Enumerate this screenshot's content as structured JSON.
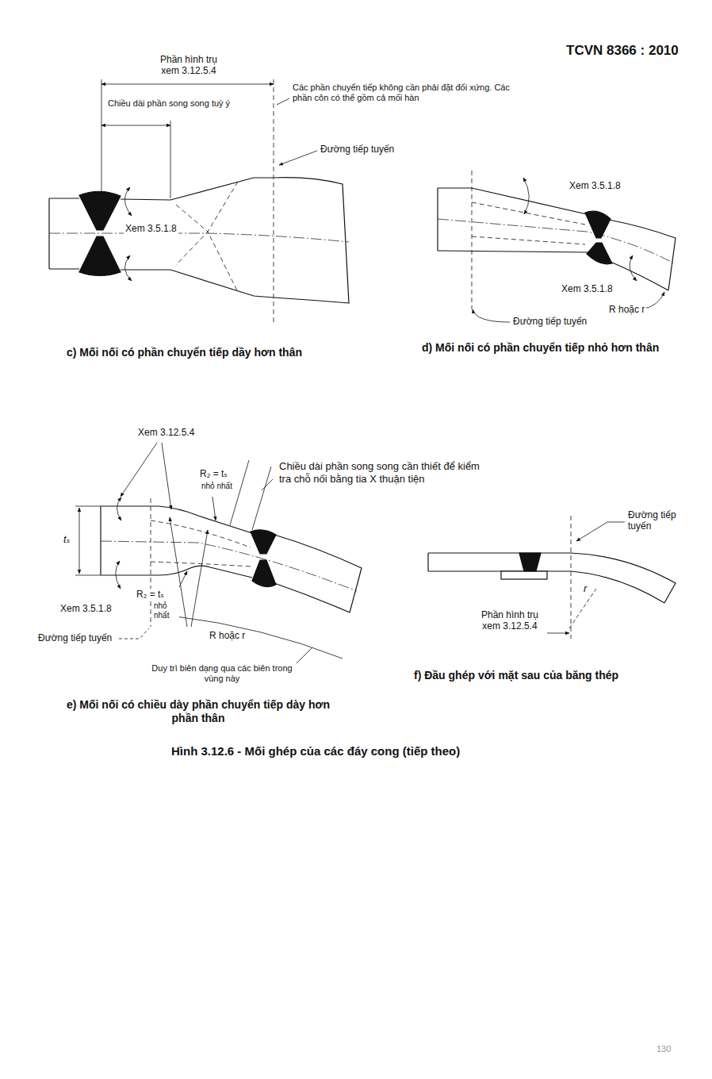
{
  "diagram": {
    "caption": "Hình 3.12.6 - Mối ghép của các đáy cong (tiếp theo)",
    "labels": [
      "TCVN 8366 : 2010",
      "Phần hình trụ xem 3.12.5.4",
      "Chiều dài phần song song tuỳ ý",
      "Các phần chuyển tiếp không cần phải đặt đối xứng. Các phần côn có thể gồm cả mối hàn",
      "Đường tiếp tuyến",
      "Xem 3.5.1.8",
      "c) Mối nối có phần chuyển tiếp dầy hơn thân",
      "Xem 3.5.1.8",
      "Xem 3.5.1.8",
      "R hoặc r",
      "Đường tiếp tuyến",
      "d) Mối nối có phần chuyển tiếp nhỏ hơn thân",
      "Xem 3.12.5.4",
      "R₂ = tₛ",
      "nhỏ nhất",
      "Chiều dài phần song song cần thiết để kiểm tra chỗ nối bằng tia X thuận tiện",
      "tₛ",
      "Xem 3.5.1.8",
      "R₂ = tₛ",
      "nhỏ nhất",
      "Đường tiếp tuyến",
      "R hoặc r",
      "Duy trì biên dạng qua các biên trong vùng này",
      "e) Mối nối có chiều dày phần chuyển tiếp dày hơn phần thân",
      "Đường tiếp tuyến",
      "r",
      "Phần hình trụ xem 3.12.5.4",
      "f) Đầu ghép với mặt sau của băng thép",
      "130"
    ]
  }
}
